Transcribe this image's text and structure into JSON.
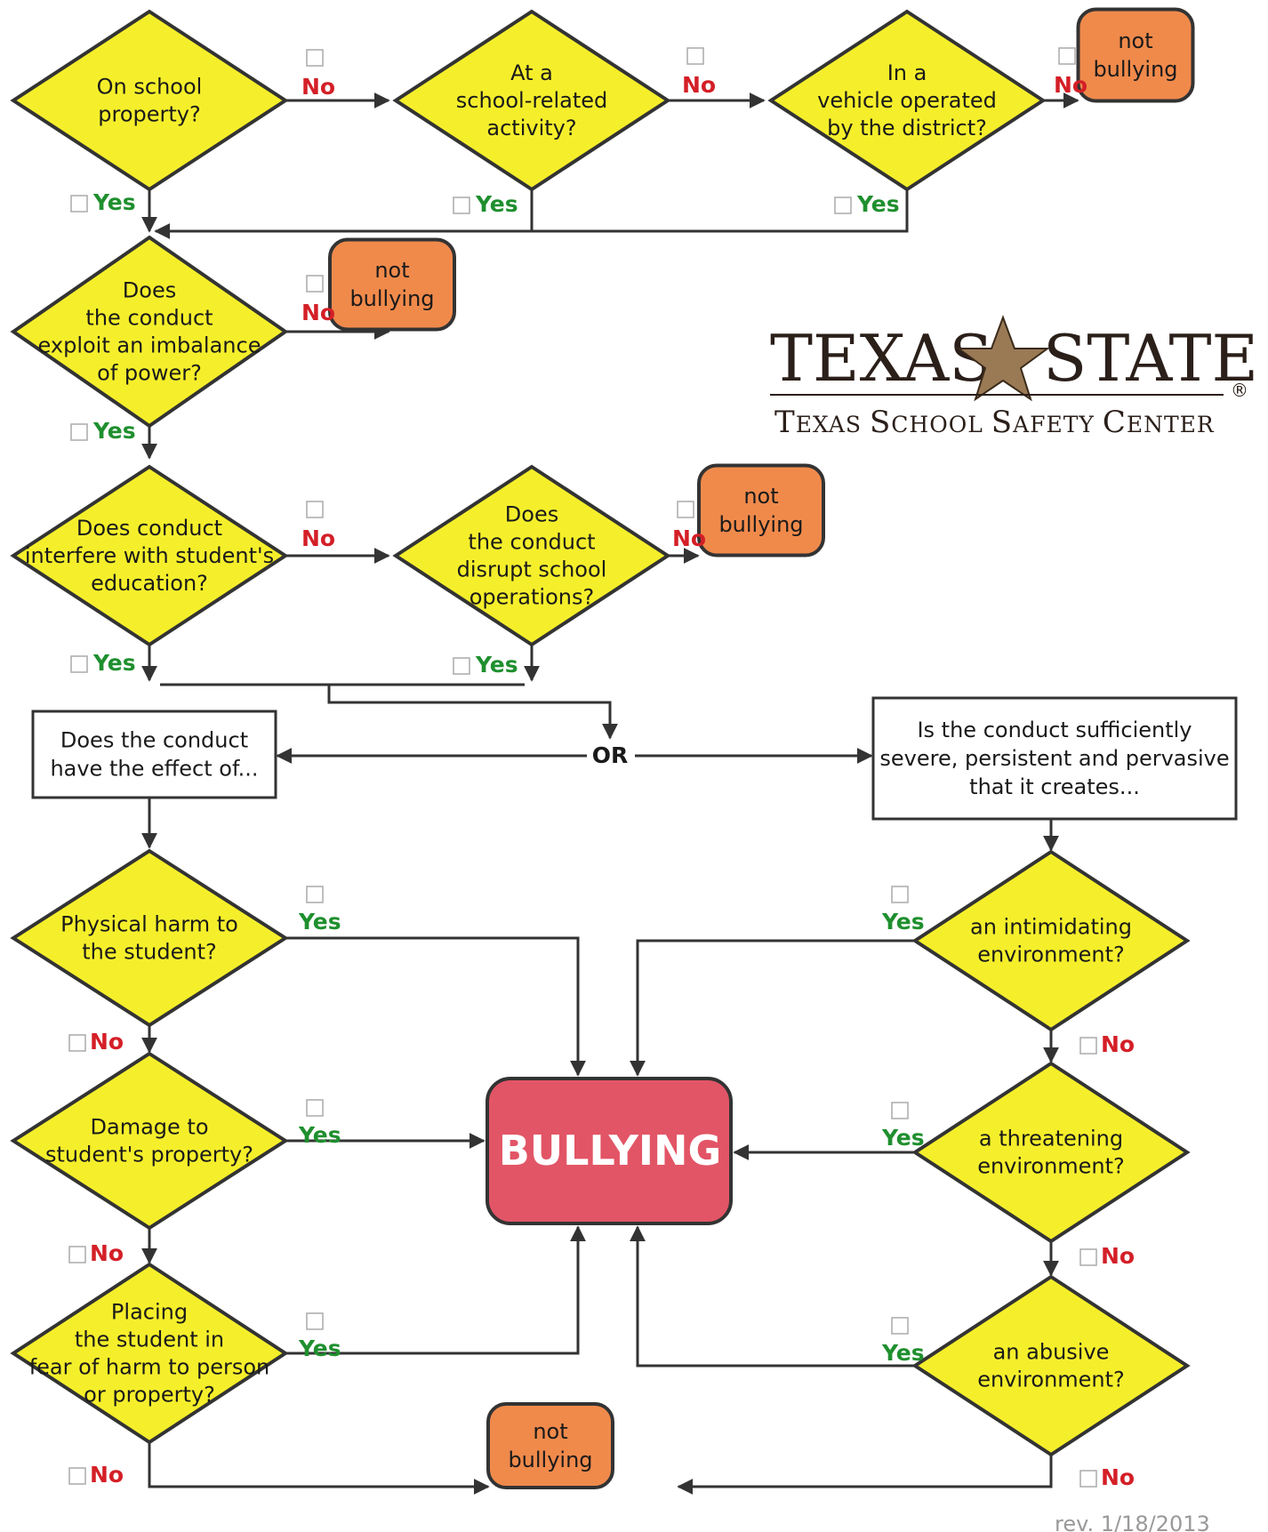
{
  "colors": {
    "decision_fill": "#f5ef2b",
    "outcome_fill": "#f08a4b",
    "bullying_fill": "#e25566",
    "line": "#333333",
    "yes": "#1f8f2e",
    "no": "#d41f27"
  },
  "labels": {
    "yes": "Yes",
    "no": "No",
    "or": "OR"
  },
  "decisions": {
    "d1": [
      "On school",
      "property?"
    ],
    "d2": [
      "At a",
      "school-related",
      "activity?"
    ],
    "d3": [
      "In a",
      "vehicle operated",
      "by the district?"
    ],
    "d4": [
      "Does",
      "the conduct",
      "exploit an imbalance",
      "of power?"
    ],
    "d5": [
      "Does conduct",
      "interfere with student's",
      "education?"
    ],
    "d6": [
      "Does",
      "the conduct",
      "disrupt school",
      "operations?"
    ],
    "d7": [
      "Physical harm to",
      "the student?"
    ],
    "d8": [
      "Damage to",
      "student's property?"
    ],
    "d9": [
      "Placing",
      "the student in",
      "fear of harm to person",
      "or property?"
    ],
    "d10": [
      "an intimidating",
      "environment?"
    ],
    "d11": [
      "a threatening",
      "environment?"
    ],
    "d12": [
      "an abusive",
      "environment?"
    ]
  },
  "boxes": {
    "effect": [
      "Does the conduct",
      "have the effect of..."
    ],
    "severe": [
      "Is the conduct sufficiently",
      "severe, persistent and pervasive",
      "that it creates..."
    ]
  },
  "outcomes": {
    "not_bullying": [
      "not",
      "bullying"
    ],
    "bullying": "BULLYING"
  },
  "logo": {
    "left": "TEXAS",
    "right": "STATE",
    "registered": "®",
    "subtitle": "Texas School Safety Center"
  },
  "revision": "rev. 1/18/2013"
}
